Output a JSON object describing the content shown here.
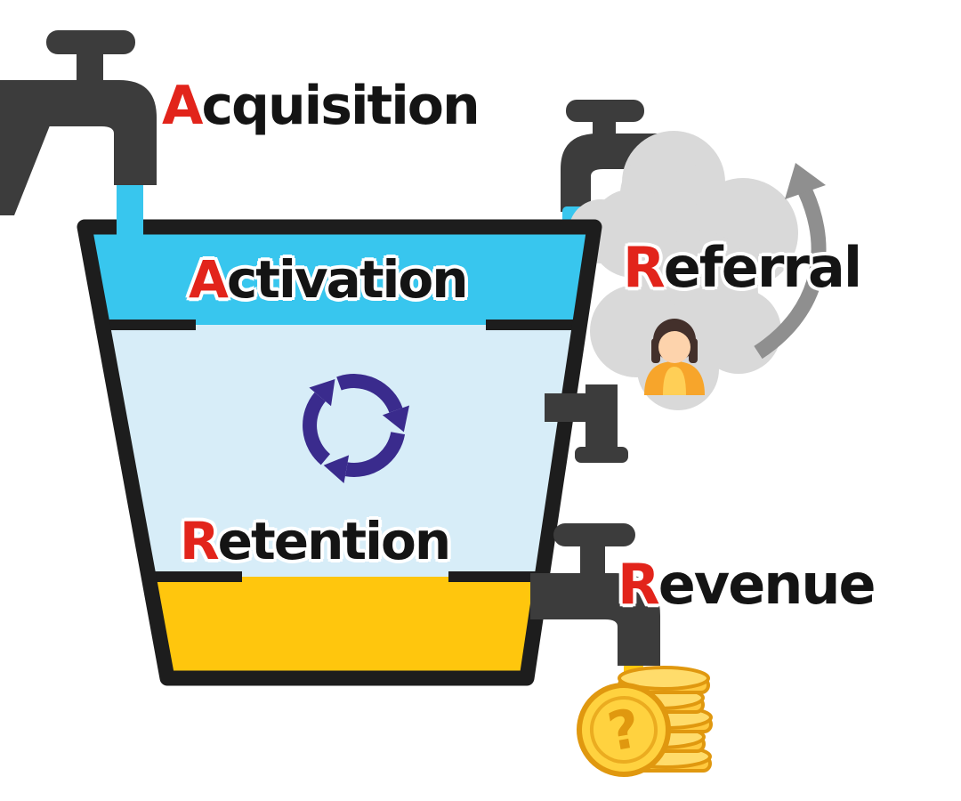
{
  "labels": {
    "acquisition": {
      "initial": "A",
      "rest": "cquisition"
    },
    "activation": {
      "initial": "A",
      "rest": "ctivation"
    },
    "retention": {
      "initial": "R",
      "rest": "etention"
    },
    "referral": {
      "initial": "R",
      "rest": "eferral"
    },
    "revenue": {
      "initial": "R",
      "rest": "evenue"
    }
  },
  "coin": {
    "symbol": "?"
  },
  "icons": {
    "acquisition_faucet": "faucet-icon",
    "referral_faucet": "faucet-icon",
    "revenue_faucet": "faucet-icon",
    "drain_pipe": "pipe-elbow-icon",
    "retention_cycle": "recycle-arrows-icon",
    "referral_cloud": "cloud-icon",
    "referral_user": "person-icon",
    "referral_growth": "curved-arrow-icon",
    "revenue_coins": "coin-stack-icon",
    "coin_question": "question-coin-icon"
  },
  "colors": {
    "initial_red": "#e2241b",
    "label_black": "#141414",
    "water_top": "#38c6ee",
    "water_mid": "#d7edf8",
    "water_bottom": "#ffc60d",
    "bucket_outline": "#1d1d1d",
    "faucet_gray": "#3c3c3c",
    "recycle_purple": "#3a2b8d",
    "cloud_gray": "#d9d9d9",
    "arrow_gray": "#8f8f8f",
    "coin_gold": "#ffc93e",
    "coin_top": "#ffdc6b",
    "coin_edge": "#e0980f",
    "coin_face": "#ffd23f",
    "person_hair": "#43302b",
    "person_skin": "#fdd3ac",
    "person_shirt": "#f7a52b",
    "person_shirt_light": "#ffcf56"
  }
}
